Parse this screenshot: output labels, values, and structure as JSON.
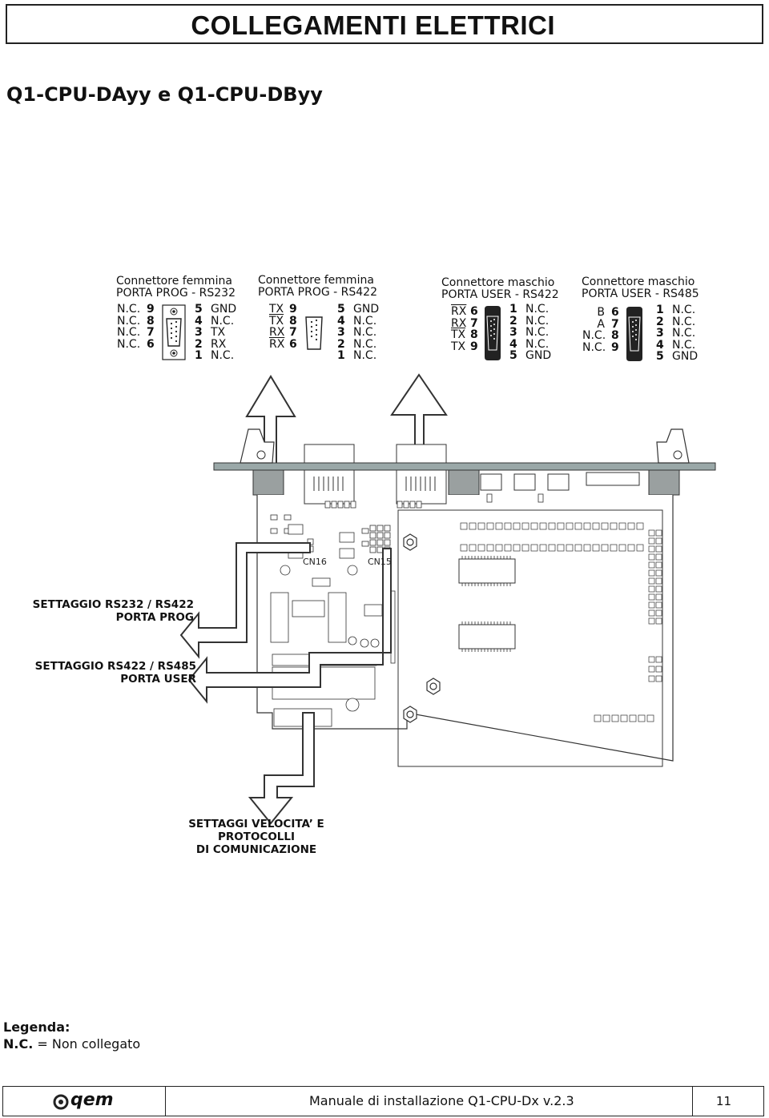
{
  "title": "COLLEGAMENTI ELETTRICI",
  "subtitle": "Q1-CPU-DAyy e Q1-CPU-DByy",
  "connectors": [
    {
      "title1": "Connettore femmina",
      "title2": "PORTA  PROG - RS232",
      "left_names": [
        "N.C.",
        "N.C.",
        "N.C.",
        "N.C."
      ],
      "left_nums": [
        "9",
        "8",
        "7",
        "6"
      ],
      "right_nums": [
        "5",
        "4",
        "3",
        "2",
        "1"
      ],
      "right_names": [
        "GND",
        "N.C.",
        "TX",
        "RX",
        "N.C."
      ]
    },
    {
      "title1": "Connettore femmina",
      "title2": "PORTA  PROG - RS422",
      "left_names": [
        "TX",
        "TX",
        "RX",
        "RX"
      ],
      "left_nums": [
        "9",
        "8",
        "7",
        "6"
      ],
      "right_nums": [
        "5",
        "4",
        "3",
        "2",
        "1"
      ],
      "right_names": [
        "GND",
        "N.C.",
        "N.C.",
        "N.C.",
        "N.C."
      ]
    },
    {
      "title1": "Connettore maschio",
      "title2": "PORTA USER - RS422",
      "left_names": [
        "RX",
        "RX",
        "TX",
        "TX"
      ],
      "left_nums": [
        "6",
        "7",
        "8",
        "9"
      ],
      "right_nums": [
        "1",
        "2",
        "3",
        "4",
        "5"
      ],
      "right_names": [
        "N.C.",
        "N.C.",
        "N.C.",
        "N.C.",
        "GND"
      ]
    },
    {
      "title1": "Connettore maschio",
      "title2": "PORTA USER - RS485",
      "left_names": [
        "B",
        "A",
        "N.C.",
        "N.C."
      ],
      "left_nums": [
        "6",
        "7",
        "8",
        "9"
      ],
      "right_nums": [
        "1",
        "2",
        "3",
        "4",
        "5"
      ],
      "right_names": [
        "N.C.",
        "N.C.",
        "N.C.",
        "N.C.",
        "GND"
      ]
    }
  ],
  "board": {
    "cn16": "CN16",
    "cn15": "CN15"
  },
  "labels": {
    "prog_line1": "SETTAGGIO RS232 / RS422",
    "prog_line2": "PORTA PROG",
    "user_line1": "SETTAGGIO RS422 / RS485",
    "user_line2": "PORTA USER",
    "speed_line1": "SETTAGGI VELOCITA’ E",
    "speed_line2": "PROTOCOLLI",
    "speed_line3": "DI COMUNICAZIONE"
  },
  "legend": {
    "title": "Legenda:",
    "abbr": "N.C.",
    "meaning": " = Non collegato"
  },
  "footer": {
    "brand": "qem",
    "manual": "Manuale di installazione Q1-CPU-Dx v.2.3",
    "page": "11"
  }
}
